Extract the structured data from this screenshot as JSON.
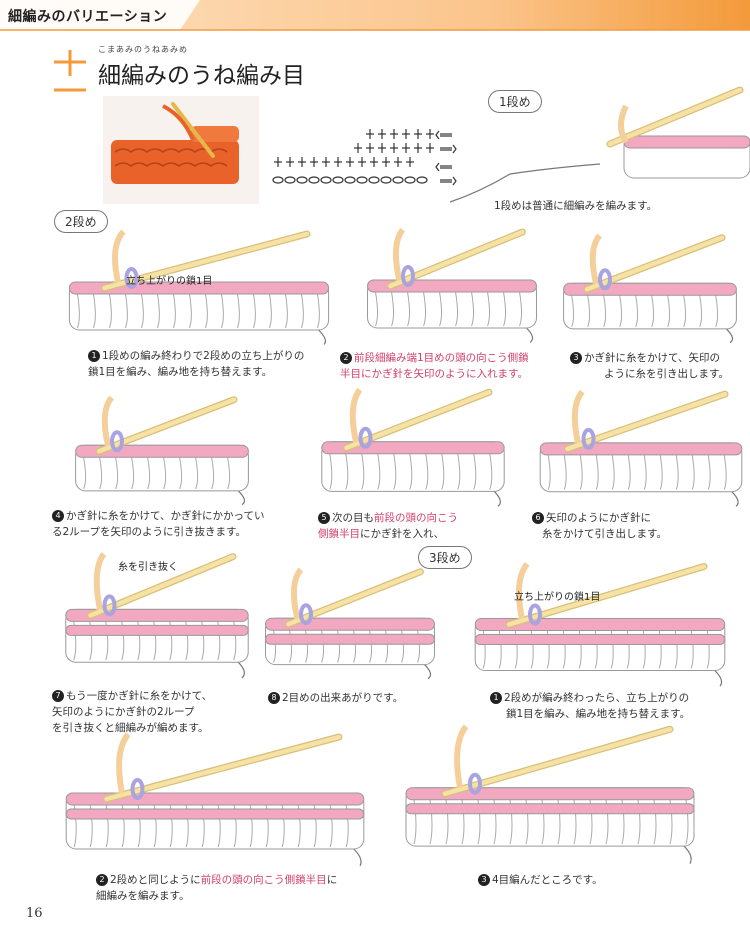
{
  "header": {
    "title": "細編みのバリエーション",
    "accent_color": "#f39a3a"
  },
  "title": {
    "ruby": "こまあみのうねあみめ",
    "text": "細編みのうね編み目",
    "symbol": "十"
  },
  "rows": {
    "row1": "1段め",
    "row2": "2段め",
    "row3": "3段め"
  },
  "captions": {
    "row1": "1段めは普通に細編みを編みます。",
    "s1_num": "1",
    "s1_l1": "1段めの編み終わりで2段めの立ち上がりの",
    "s1_l2": "鎖1目を編み、編み地を持ち替えます。",
    "s1_label": "立ち上がりの鎖1目",
    "s2_num": "2",
    "s2_l1": "前段細編み端1目めの頭の向こう側鎖",
    "s2_l2": "半目にかぎ針を矢印のように入れます。",
    "s3_num": "3",
    "s3_l1": "かぎ針に糸をかけて、矢印の",
    "s3_l2": "ように糸を引き出します。",
    "s4_num": "4",
    "s4_l1": "かぎ針に糸をかけて、かぎ針にかかってい",
    "s4_l2": "る2ループを矢印のように引き抜きます。",
    "s5_num": "5",
    "s5_l1a": "次の目も",
    "s5_l1b": "前段の頭の向こう",
    "s5_l2a": "側鎖半目",
    "s5_l2b": "にかぎ針を入れ、",
    "s6_num": "6",
    "s6_l1": "矢印のようにかぎ針に",
    "s6_l2": "糸をかけて引き出します。",
    "s7_num": "7",
    "s7_l1": "もう一度かぎ針に糸をかけて、",
    "s7_l2": "矢印のようにかぎ針の2ループ",
    "s7_l3": "を引き抜くと細編みが編めます。",
    "s7_label": "糸を引き抜く",
    "s8_num": "8",
    "s8_l1": "2目めの出来あがりです。",
    "r3s1_num": "1",
    "r3s1_l1": "2段めが編み終わったら、立ち上がりの",
    "r3s1_l2": "鎖1目を編み、編み地を持ち替えます。",
    "r3s1_label": "立ち上がりの鎖1目",
    "r3s2_num": "2",
    "r3s2_l1a": "2段めと同じように",
    "r3s2_l1b": "前段の頭の向こう側鎖半目",
    "r3s2_l1c": "に",
    "r3s2_l2": "細編みを編みます。",
    "r3s3_num": "3",
    "r3s3_l1": "4目編んだところです。"
  },
  "page_number": "16",
  "colors": {
    "pink": "#f2a8c0",
    "lilac": "#a9a4e0",
    "yarn": "#f5cf9a",
    "hook": "#f6e2a6",
    "photo": "#e8622a"
  }
}
